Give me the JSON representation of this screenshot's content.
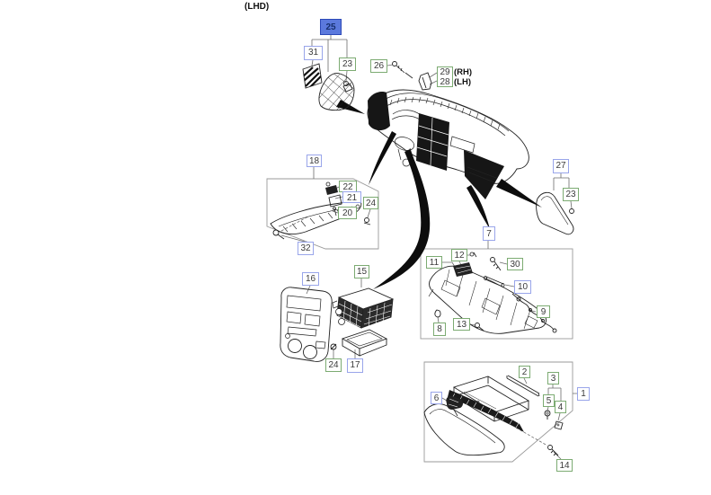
{
  "title": "(LHD)",
  "colors": {
    "selected_fill": "#5b79dd",
    "selected_border": "#2c49b8",
    "blue_border": "#99a5ea",
    "green_border": "#7cab72",
    "artwork_line": "#222222",
    "group_outline": "#9a9a9a"
  },
  "callouts": {
    "c25": {
      "label": "25",
      "style": "selected"
    },
    "c31": {
      "label": "31",
      "style": "blue"
    },
    "c23a": {
      "label": "23",
      "style": "green"
    },
    "c26": {
      "label": "26",
      "style": "green"
    },
    "c29": {
      "label": "29",
      "suffix": "(RH)",
      "style": "green"
    },
    "c28": {
      "label": "28",
      "suffix": "(LH)",
      "style": "green"
    },
    "c18": {
      "label": "18",
      "style": "blue"
    },
    "c22": {
      "label": "22",
      "style": "green"
    },
    "c21": {
      "label": "21",
      "style": "blue"
    },
    "c24a": {
      "label": "24",
      "style": "green"
    },
    "c20": {
      "label": "20",
      "style": "green"
    },
    "c32": {
      "label": "32",
      "style": "blue"
    },
    "c27": {
      "label": "27",
      "style": "blue"
    },
    "c23b": {
      "label": "23",
      "style": "green"
    },
    "c7": {
      "label": "7",
      "style": "blue"
    },
    "c16": {
      "label": "16",
      "style": "blue"
    },
    "c15": {
      "label": "15",
      "style": "green"
    },
    "c24b": {
      "label": "24",
      "style": "green"
    },
    "c17": {
      "label": "17",
      "style": "blue"
    },
    "c11": {
      "label": "11",
      "style": "green"
    },
    "c12": {
      "label": "12",
      "style": "green"
    },
    "c30": {
      "label": "30",
      "style": "green"
    },
    "c10": {
      "label": "10",
      "style": "blue"
    },
    "c9": {
      "label": "9",
      "style": "green"
    },
    "c13": {
      "label": "13",
      "style": "green"
    },
    "c8": {
      "label": "8",
      "style": "green"
    },
    "c2": {
      "label": "2",
      "style": "green"
    },
    "c3": {
      "label": "3",
      "style": "green"
    },
    "c1": {
      "label": "1",
      "style": "blue"
    },
    "c5": {
      "label": "5",
      "style": "green"
    },
    "c4": {
      "label": "4",
      "style": "green"
    },
    "c6": {
      "label": "6",
      "style": "blue"
    },
    "c14": {
      "label": "14",
      "style": "green"
    }
  }
}
